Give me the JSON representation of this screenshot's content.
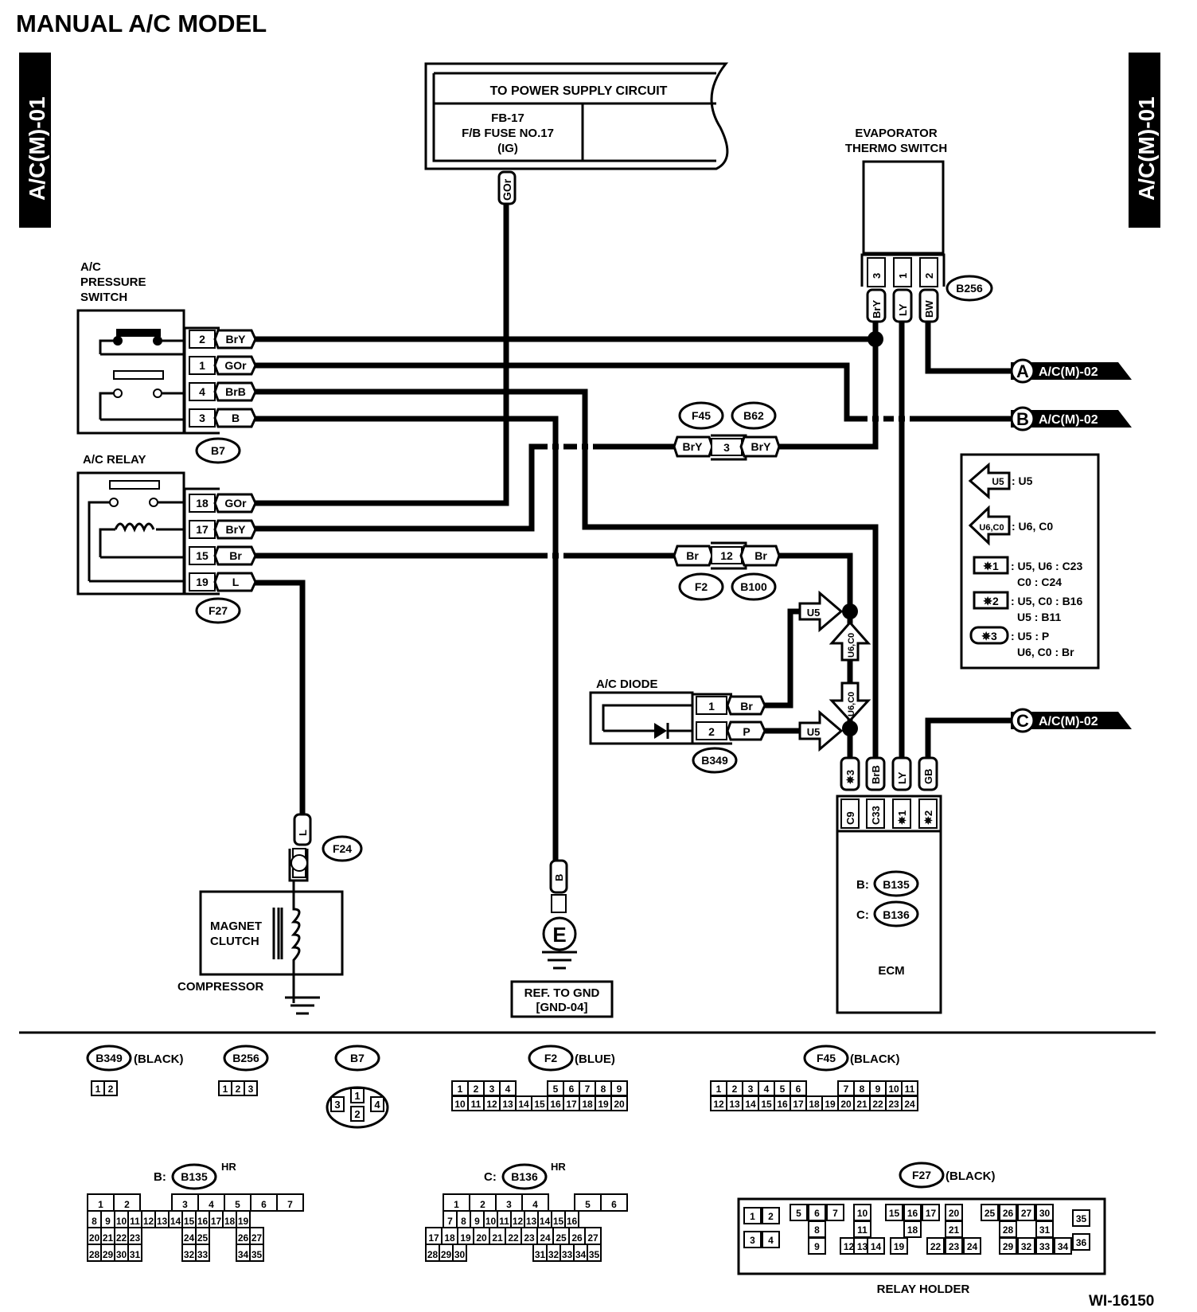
{
  "title": "MANUAL A/C MODEL",
  "side_tab_left": "A/C(M)-01",
  "side_tab_right": "A/C(M)-01",
  "figure_id": "WI-16150",
  "power_supply": {
    "header": "TO POWER SUPPLY CIRCUIT",
    "line1": "FB-17",
    "line2": "F/B FUSE NO.17",
    "line3": "(IG)",
    "wire_color": "GOr"
  },
  "evaporator_thermo_switch": {
    "label1": "EVAPORATOR",
    "label2": "THERMO SWITCH",
    "connector": "B256",
    "pins": [
      {
        "pin": "3",
        "color": "BrY"
      },
      {
        "pin": "1",
        "color": "LY"
      },
      {
        "pin": "2",
        "color": "BW"
      }
    ]
  },
  "pressure_switch": {
    "label1": "A/C",
    "label2": "PRESSURE",
    "label3": "SWITCH",
    "connector": "B7",
    "pins": [
      {
        "pin": "2",
        "color": "BrY"
      },
      {
        "pin": "1",
        "color": "GOr"
      },
      {
        "pin": "4",
        "color": "BrB"
      },
      {
        "pin": "3",
        "color": "B"
      }
    ]
  },
  "relay": {
    "label": "A/C RELAY",
    "connector": "F27",
    "pins": [
      {
        "pin": "18",
        "color": "GOr"
      },
      {
        "pin": "17",
        "color": "BrY"
      },
      {
        "pin": "15",
        "color": "Br"
      },
      {
        "pin": "19",
        "color": "L"
      }
    ]
  },
  "joint_f45": {
    "conn_left": "F45",
    "conn_right": "B62",
    "pin": "3",
    "color_left": "BrY",
    "color_right": "BrY"
  },
  "joint_f2": {
    "conn_left": "F2",
    "conn_right": "B100",
    "pin": "12",
    "color_left": "Br",
    "color_right": "Br"
  },
  "offpage": [
    {
      "letter": "A",
      "ref": "A/C(M)-02"
    },
    {
      "letter": "B",
      "ref": "A/C(M)-02"
    },
    {
      "letter": "C",
      "ref": "A/C(M)-02"
    }
  ],
  "legend": {
    "u5_arrow": "U5",
    "u5_text": ": U5",
    "u6c0_arrow": "U6,C0",
    "u6c0_text": ": U6, C0",
    "s1_tag": "✵1",
    "s1_l1": ": U5, U6 : C23",
    "s1_l2": "C0 : C24",
    "s2_tag": "✵2",
    "s2_l1": ": U5, C0 : B16",
    "s2_l2": "U5 : B11",
    "s3_tag": "✵3",
    "s3_l1": ": U5 : P",
    "s3_l2": "U6, C0 : Br"
  },
  "diode": {
    "label": "A/C DIODE",
    "connector": "B349",
    "pins": [
      {
        "pin": "1",
        "color": "Br"
      },
      {
        "pin": "2",
        "color": "P"
      }
    ],
    "arrow_u5": "U5",
    "arrow_u6c0": "U6,C0"
  },
  "ecm": {
    "label": "ECM",
    "b_prefix": "B:",
    "b_conn": "B135",
    "c_prefix": "C:",
    "c_conn": "B136",
    "pins": [
      {
        "pin": "C9",
        "color": "✵3"
      },
      {
        "pin": "C33",
        "color": "BrB"
      },
      {
        "pin": "✵1",
        "color": "LY"
      },
      {
        "pin": "✵2",
        "color": "GB"
      }
    ]
  },
  "magnet_clutch": {
    "label1": "MAGNET",
    "label2": "CLUTCH",
    "compressor": "COMPRESSOR",
    "connector": "F24",
    "wire_color": "L"
  },
  "ground": {
    "symbol": "E",
    "wire_color": "B",
    "ref1": "REF. TO GND",
    "ref2": "[GND-04]"
  },
  "connector_views": {
    "b349": {
      "name": "B349",
      "color": "(BLACK)",
      "pins": [
        "1",
        "2"
      ]
    },
    "b256": {
      "name": "B256",
      "pins": [
        "1",
        "2",
        "3"
      ]
    },
    "b7": {
      "name": "B7",
      "pins": [
        "1",
        "2",
        "3",
        "4"
      ]
    },
    "f2": {
      "name": "F2",
      "color": "(BLUE)",
      "row1": [
        "1",
        "2",
        "3",
        "4",
        "5",
        "6",
        "7",
        "8",
        "9"
      ],
      "row2": [
        "10",
        "11",
        "12",
        "13",
        "14",
        "15",
        "16",
        "17",
        "18",
        "19",
        "20"
      ]
    },
    "f45": {
      "name": "F45",
      "color": "(BLACK)",
      "row1": [
        "1",
        "2",
        "3",
        "4",
        "5",
        "6",
        "7",
        "8",
        "9",
        "10",
        "11"
      ],
      "row2": [
        "12",
        "13",
        "14",
        "15",
        "16",
        "17",
        "18",
        "19",
        "20",
        "21",
        "22",
        "23",
        "24"
      ]
    },
    "b135": {
      "prefix": "B:",
      "name": "B135",
      "suffix": "HR",
      "row1": [
        "1",
        "2",
        "3",
        "4",
        "5",
        "6",
        "7"
      ],
      "row2": [
        "8",
        "9",
        "10",
        "11",
        "12",
        "13",
        "14",
        "15",
        "16",
        "17",
        "18",
        "19"
      ],
      "row3": [
        "20",
        "21",
        "22",
        "23",
        "24",
        "25",
        "26",
        "27"
      ],
      "row4": [
        "28",
        "29",
        "30",
        "31",
        "32",
        "33",
        "34",
        "35"
      ]
    },
    "b136": {
      "prefix": "C:",
      "name": "B136",
      "suffix": "HR",
      "row1": [
        "1",
        "2",
        "3",
        "4",
        "5",
        "6"
      ],
      "row2": [
        "7",
        "8",
        "9",
        "10",
        "11",
        "12",
        "13",
        "14",
        "15",
        "16"
      ],
      "row3": [
        "17",
        "18",
        "19",
        "20",
        "21",
        "22",
        "23",
        "24",
        "25",
        "26",
        "27"
      ],
      "row4": [
        "28",
        "29",
        "30",
        "31",
        "32",
        "33",
        "34",
        "35"
      ]
    },
    "f27": {
      "name": "F27",
      "color": "(BLACK)",
      "caption": "RELAY HOLDER",
      "pins": [
        "1",
        "2",
        "3",
        "4",
        "5",
        "6",
        "7",
        "8",
        "9",
        "10",
        "11",
        "12",
        "13",
        "14",
        "15",
        "16",
        "17",
        "18",
        "19",
        "20",
        "21",
        "22",
        "23",
        "24",
        "25",
        "26",
        "27",
        "28",
        "29",
        "30",
        "31",
        "32",
        "33",
        "34",
        "35",
        "36"
      ]
    }
  }
}
